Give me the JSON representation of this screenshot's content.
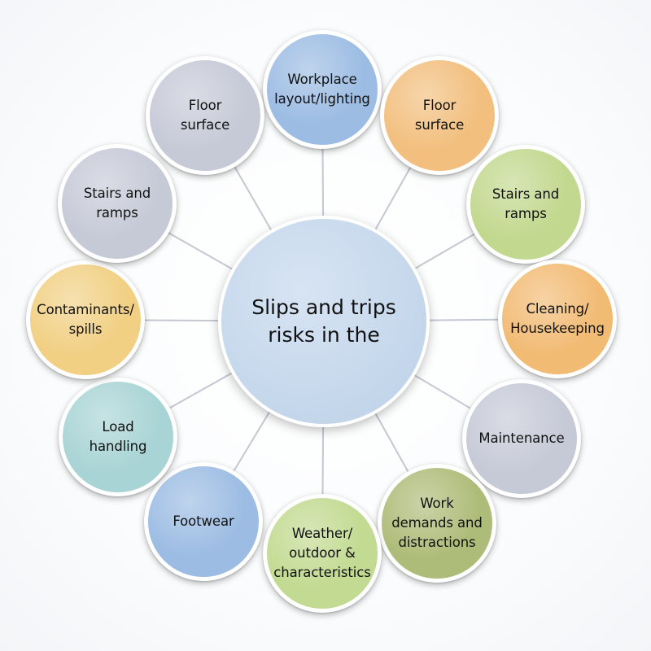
{
  "center": {
    "label": "Slips and trips\nrisks in the",
    "color": "#c2d5ea"
  },
  "nodes": [
    {
      "id": "workplace-layout-lighting",
      "label": "Workplace\nlayout/lighting",
      "color": "#9cbce3"
    },
    {
      "id": "floor-surface-right",
      "label": "Floor\nsurface",
      "color": "#f2bf7e"
    },
    {
      "id": "stairs-and-ramps-right",
      "label": "Stairs and\nramps",
      "color": "#c2d88e"
    },
    {
      "id": "cleaning-housekeeping",
      "label": "Cleaning/\nHousekeeping",
      "color": "#f2bb74"
    },
    {
      "id": "maintenance",
      "label": "Maintenance",
      "color": "#c6cad7"
    },
    {
      "id": "work-demands-distractions",
      "label": "Work\ndemands and\ndistractions",
      "color": "#aebc79"
    },
    {
      "id": "weather-outdoor-characteristics",
      "label": "Weather/\noutdoor &\ncharacteristics",
      "color": "#c2da91"
    },
    {
      "id": "footwear",
      "label": "Footwear",
      "color": "#9cbce3"
    },
    {
      "id": "load-handling",
      "label": "Load\nhandling",
      "color": "#a9d4d5"
    },
    {
      "id": "contaminants-spills",
      "label": "Contaminants/\nspills",
      "color": "#f1d084"
    },
    {
      "id": "stairs-and-ramps-left",
      "label": "Stairs and\nramps",
      "color": "#c6cad7"
    },
    {
      "id": "floor-surface-left",
      "label": "Floor\nsurface",
      "color": "#c6cad7"
    }
  ],
  "connector_color": "#c3c8d1",
  "node_border_color": "#ffffff"
}
